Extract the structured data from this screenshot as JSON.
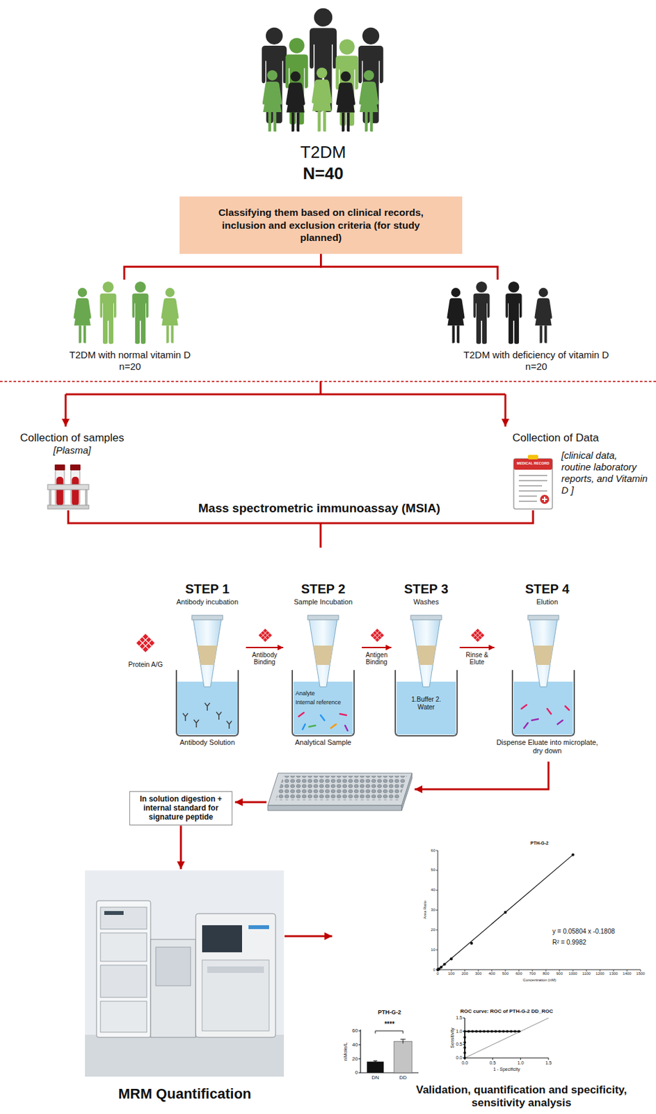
{
  "diagram": {
    "nodes": [
      {
        "text": [
          "Classifying them based on clinical records, inclusion and exclusion criteria (for study planned)"
        ]
      },
      {
        "text": [
          "T2DM with normal vitamin D",
          "n=20"
        ]
      },
      {
        "text": [
          "T2DM with deficiency of vitamin D",
          "n=20"
        ]
      },
      {
        "text": [
          "Collection of samples",
          "[Plasma]"
        ]
      },
      {
        "text": [
          "Collection of Data",
          "[clinical data, routine laboratory reports, and Vitamin D ]"
        ]
      },
      {
        "text": [
          "STEP 1",
          "Antibody incubation",
          "Antibody Solution"
        ]
      },
      {
        "text": [
          "STEP 2",
          "Sample Incubation",
          "Analytical Sample"
        ]
      },
      {
        "text": [
          "STEP 3",
          "Washes",
          "1.Buffer 2. Water"
        ]
      },
      {
        "text": [
          "STEP 4",
          "Elution",
          "Dispense Eluate into microplate, dry down"
        ]
      },
      {
        "text": [
          "In solution digestion + internal standard for signature peptide"
        ]
      },
      {
        "text": [
          "MRM Quantification"
        ]
      },
      {
        "text": [
          "Validation, quantification and specificity, sensitivity analysis"
        ]
      }
    ],
    "edges": [
      {
        "from": 0,
        "to": 1,
        "arrow": "none"
      },
      {
        "from": 0,
        "to": 2,
        "arrow": "none"
      },
      {
        "from": 5,
        "to": 6,
        "label": "Antibody Binding",
        "arrow": "to"
      },
      {
        "from": 6,
        "to": 7,
        "label": "Antigen Binding",
        "arrow": "to"
      },
      {
        "from": 7,
        "to": 8,
        "label": "Rinse & Elute",
        "arrow": "to"
      },
      {
        "from": 9,
        "to": 10,
        "arrow": "to"
      },
      {
        "from": 10,
        "to": 11,
        "arrow": "to"
      }
    ],
    "labels": [
      "T2DM",
      "N=40",
      "MEDICAL RECORD",
      "Mass spectrometric immunoassay (MSIA)",
      "Protein A/G",
      "Analyte",
      "Internal reference",
      "PTH-G-2",
      "y = 0.05804 x -0.1808",
      "R² = 0.9982",
      "Area Ratio",
      "0",
      "10",
      "20",
      "30",
      "40",
      "50",
      "60",
      "0",
      "100",
      "200",
      "300",
      "400",
      "500",
      "600",
      "700",
      "800",
      "900",
      "1000",
      "1100",
      "1200",
      "1300",
      "1400",
      "1500",
      "Concentration (nM)",
      "PTH-G-2",
      "****",
      "nMole/L",
      "0",
      "20",
      "40",
      "60",
      "DN",
      "DD",
      "ROC curve: ROC of PTH-G-2 DD_ROC",
      "Sensitivity",
      "0.0",
      "0.5",
      "1.0",
      "1.5",
      "0.0",
      "0.5",
      "1.0",
      "1.5",
      "1 - Specificity"
    ]
  }
}
